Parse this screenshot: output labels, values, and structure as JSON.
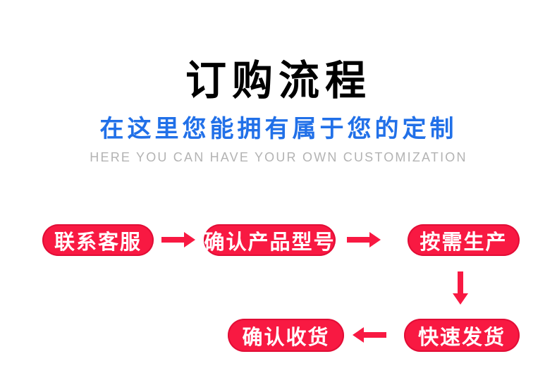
{
  "header": {
    "title": "订购流程",
    "subtitle": "在这里您能拥有属于您的定制",
    "subtitle_en": "HERE YOU CAN HAVE YOUR OWN CUSTOMIZATION"
  },
  "colors": {
    "accent_red": "#f81942",
    "accent_blue": "#2170e8",
    "caption_gray": "#b3b3b3",
    "title_black": "#000000",
    "pill_text": "#ffffff",
    "background": "#ffffff"
  },
  "flow": {
    "steps": [
      {
        "label": "联系客服"
      },
      {
        "label": "确认产品型号"
      },
      {
        "label": "按需生产"
      },
      {
        "label": "快速发货"
      },
      {
        "label": "确认收货"
      }
    ],
    "arrows": [
      {
        "from": "联系客服",
        "to": "确认产品型号",
        "direction": "right"
      },
      {
        "from": "确认产品型号",
        "to": "按需生产",
        "direction": "right"
      },
      {
        "from": "按需生产",
        "to": "快速发货",
        "direction": "down"
      },
      {
        "from": "快速发货",
        "to": "确认收货",
        "direction": "left"
      }
    ]
  }
}
